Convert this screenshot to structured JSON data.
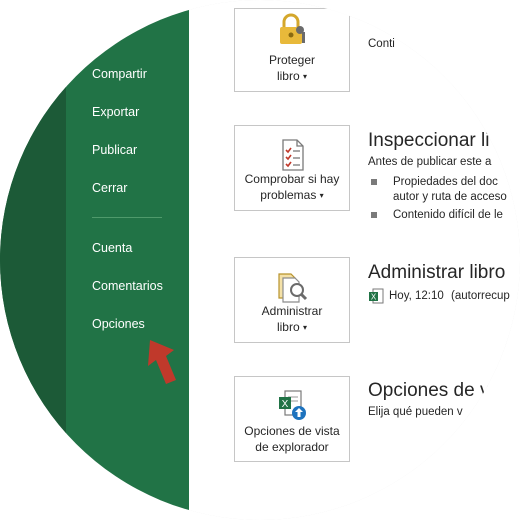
{
  "sidebar": {
    "items": [
      {
        "label": "Compartir"
      },
      {
        "label": "Exportar"
      },
      {
        "label": "Publicar"
      },
      {
        "label": "Cerrar"
      },
      {
        "label": "Cuenta"
      },
      {
        "label": "Comentarios"
      },
      {
        "label": "Opciones"
      }
    ]
  },
  "top_partial_text": "Conti",
  "sections": {
    "protect": {
      "button_line1": "Proteger",
      "button_line2": "libro",
      "icon": "lock-key-icon"
    },
    "inspect": {
      "button_line1": "Comprobar si hay",
      "button_line2": "problemas",
      "icon": "checklist-document-icon",
      "title": "Inspeccionar li",
      "subtitle": "Antes de publicar este a",
      "bullets": [
        {
          "line1": "Propiedades del doc",
          "line2": "autor y ruta de acceso"
        },
        {
          "line1": "Contenido difícil de le",
          "line2": ""
        }
      ]
    },
    "manage": {
      "button_line1": "Administrar",
      "button_line2": "libro",
      "icon": "document-search-icon",
      "title": "Administrar libro",
      "file_time": "Hoy, 12:10",
      "file_note": "(autorrecup"
    },
    "browser": {
      "button_line1": "Opciones de vista",
      "button_line2": "de explorador",
      "icon": "excel-upload-document-icon",
      "title": "Opciones de v",
      "subtitle": "Elija qué pueden v"
    }
  },
  "colors": {
    "sidebar": "#217346",
    "arrow": "#c0392b"
  }
}
